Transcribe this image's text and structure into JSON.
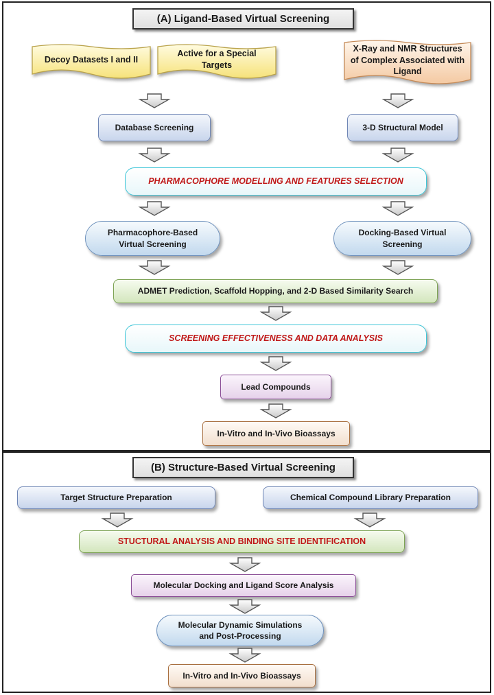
{
  "panel_a": {
    "title": "(A) Ligand-Based Virtual Screening",
    "decoy_datasets": "Decoy Datasets I and II",
    "active_targets": "Active for a Special Targets",
    "xray_nmr": "X-Ray and NMR Structures of Complex Associated with Ligand",
    "database_screening": "Database Screening",
    "structural_model": "3-D Structural Model",
    "pharmacophore_modelling": "PHARMACOPHORE MODELLING AND FEATURES SELECTION",
    "pharmacophore_vs": "Pharmacophore-Based Virtual Screening",
    "docking_vs": "Docking-Based Virtual Screening",
    "admet": "ADMET Prediction, Scaffold Hopping, and 2-D Based Similarity Search",
    "screening_effectiveness": "SCREENING EFFECTIVENESS AND DATA ANALYSIS",
    "lead_compounds": "Lead Compounds",
    "bioassays": "In-Vitro and In-Vivo Bioassays"
  },
  "panel_b": {
    "title": "(B) Structure-Based Virtual Screening",
    "target_prep": "Target Structure Preparation",
    "library_prep": "Chemical Compound Library Preparation",
    "binding_site": "STUCTURAL ANALYSIS AND BINDING SITE IDENTIFICATION",
    "docking_analysis": "Molecular Docking and Ligand Score Analysis",
    "md_simulations": "Molecular Dynamic Simulations and Post-Processing",
    "bioassays": "In-Vitro and In-Vivo Bioassays"
  }
}
